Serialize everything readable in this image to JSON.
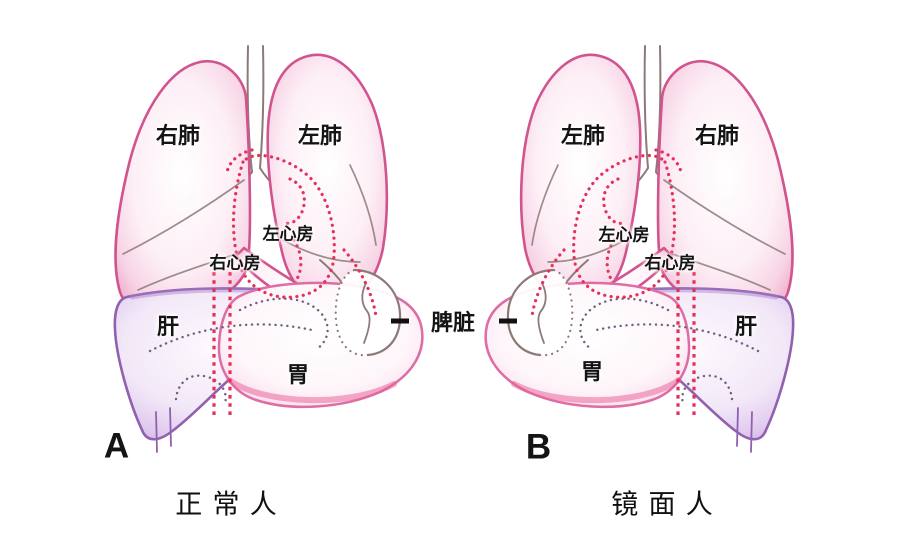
{
  "panels": {
    "a": {
      "letter": "A",
      "caption": "正常人",
      "labels": {
        "left_lung_area": "右肺",
        "right_lung_area": "左肺",
        "upper_atrium": "左心房",
        "lower_atrium": "右心房",
        "left_abdominal_organ": "肝",
        "right_abdominal_organ": "胃"
      }
    },
    "b": {
      "letter": "B",
      "caption": "镜面人",
      "labels": {
        "left_lung_area": "左肺",
        "right_lung_area": "右肺",
        "upper_atrium": "左心房",
        "lower_atrium": "右心房",
        "left_abdominal_organ": "胃",
        "right_abdominal_organ": "肝"
      }
    }
  },
  "shared": {
    "spleen_label": "脾脏"
  },
  "colors": {
    "lung_outline": "#d2548e",
    "trachea": "#8d7a78",
    "heart_dots": "#e5305b",
    "liver_outline": "#9061ae",
    "liver_accent": "#a77fc8",
    "inner_dots": "#5f4f72",
    "stomach_outline": "#dd6da4",
    "stomach_accent": "#e75e95",
    "spleen_outline": "#8d7a78",
    "label_text": "#141414",
    "leader_dash": "#111111"
  }
}
